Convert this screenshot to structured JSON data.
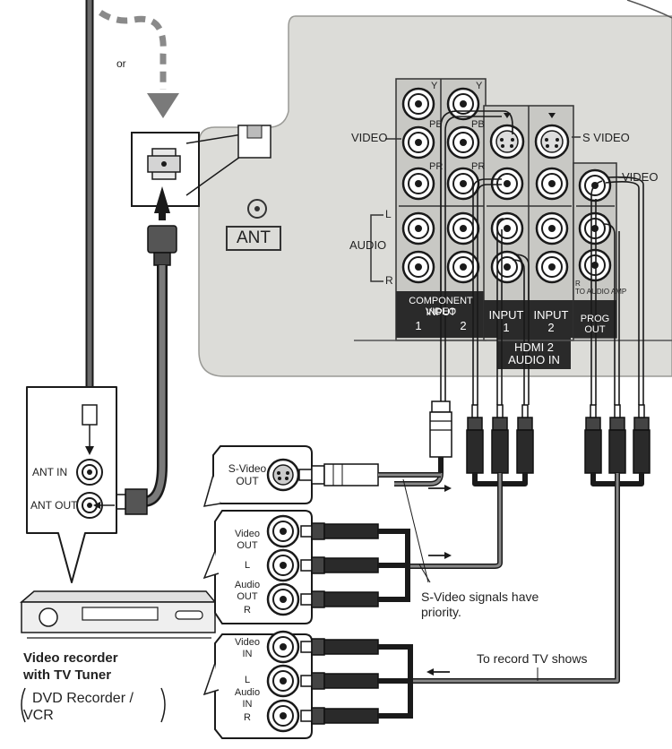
{
  "labels": {
    "or": "or",
    "ant": "ANT",
    "video": "VIDEO",
    "s_video": "S VIDEO",
    "audio": "AUDIO",
    "audio_l": "L",
    "audio_r": "R",
    "y": "Y",
    "pb": "PB",
    "pr": "PR",
    "video_right": "VIDEO",
    "to_audio_amp": "R\nTO AUDIO AMP",
    "component_video": "COMPONENT VIDEO",
    "component_input": "INPUT",
    "component_1": "1",
    "component_2": "2",
    "input_1": "INPUT\n1",
    "input_2": "INPUT\n2",
    "prog_out": "PROG OUT",
    "hdmi2_audio_in": "HDMI 2\nAUDIO IN",
    "ant_in": "ANT IN",
    "ant_out": "ANT OUT",
    "svideo_out": "S-Video\nOUT",
    "video_out": "Video\nOUT",
    "audio_out_l": "L",
    "audio_out": "Audio\nOUT",
    "audio_out_r": "R",
    "video_in": "Video\nIN",
    "audio_in_l": "L",
    "audio_in": "Audio\nIN",
    "audio_in_r": "R",
    "svideo_priority": "S-Video signals have\npriority.",
    "record_tv": "To record TV shows",
    "device_title_1": "Video recorder",
    "device_title_2": "with TV Tuner",
    "device_sub_1": "DVD Recorder /",
    "device_sub_2": "VCR"
  },
  "colors": {
    "panel": "#dcdcd8",
    "line": "#1a1a1a",
    "white": "#ffffff",
    "dark": "#222222"
  }
}
